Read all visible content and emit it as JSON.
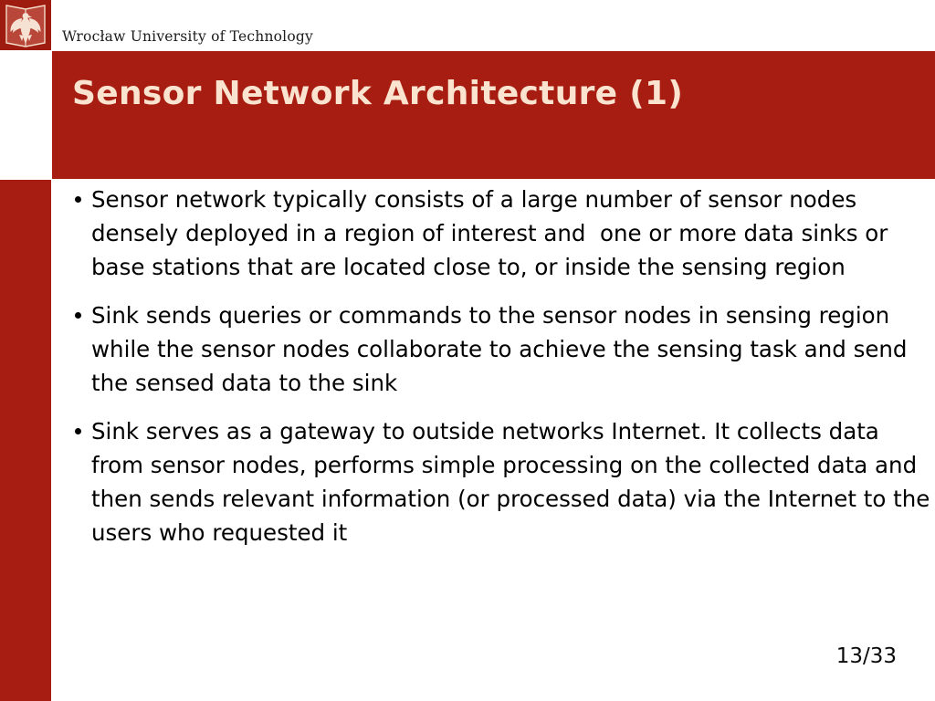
{
  "slide": {
    "theme": {
      "brand_red": "#a81d12",
      "logo_red": "#9e1b0f",
      "title_text_color": "#fae3cf",
      "body_text_color": "#000000",
      "background": "#ffffff"
    },
    "header": {
      "logo_icon": "wroclaw-eagle-crest-icon",
      "university_name": "Wrocław University of Technology"
    },
    "title": "Sensor Network Architecture (1)",
    "bullets": [
      "Sensor network typically consists of a large number of sensor nodes densely deployed in a region of interest and  one or more data sinks or base stations that are located close to, or inside the sensing region",
      "Sink sends queries or commands to the sensor nodes in sensing region while the sensor nodes collaborate to achieve the sensing task and send the sensed data to the sink",
      "Sink serves as a gateway to outside networks Internet. It collects data from sensor nodes, performs simple processing on the collected data and then sends relevant information (or processed data) via the Internet to the users who requested it"
    ],
    "page_number": "13/33"
  }
}
